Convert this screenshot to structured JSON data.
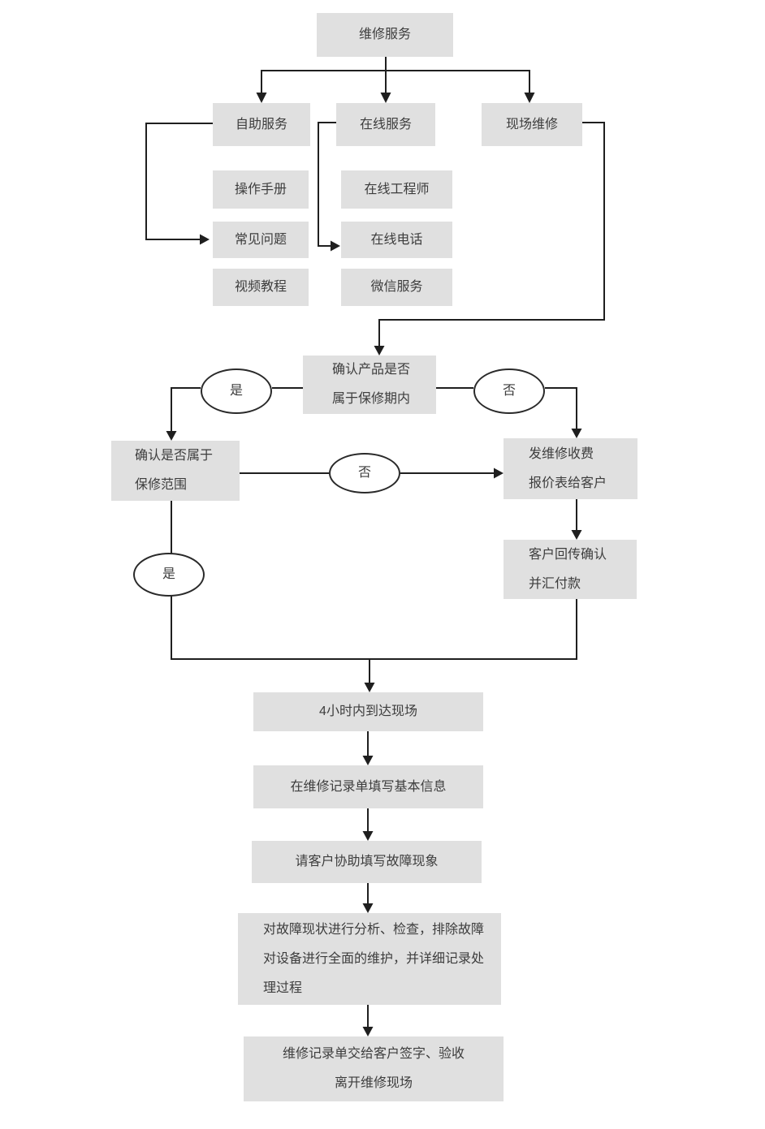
{
  "colors": {
    "background": "#ffffff",
    "node_fill": "#e0e0e0",
    "node_text": "#3d3d3d",
    "connector": "#1f1f1f",
    "decision_fill": "#ffffff",
    "decision_border": "#2a2a2a"
  },
  "nodes": {
    "repair_service": {
      "label": "维修服务"
    },
    "self_service": {
      "label": "自助服务"
    },
    "online_service": {
      "label": "在线服务"
    },
    "onsite_repair": {
      "label": "现场维修"
    },
    "operation_manual": {
      "label": "操作手册"
    },
    "faq": {
      "label": "常见问题"
    },
    "video_tutorial": {
      "label": "视频教程"
    },
    "online_engineer": {
      "label": "在线工程师"
    },
    "online_phone": {
      "label": "在线电话"
    },
    "wechat_service": {
      "label": "微信服务"
    },
    "check_warranty_period": {
      "line1": "确认产品是否",
      "line2": "属于保修期内"
    },
    "check_warranty_scope": {
      "line1": "确认是否属于",
      "line2": "保修范围"
    },
    "send_quotation": {
      "line1": "发维修收费",
      "line2": "报价表给客户"
    },
    "customer_confirm_payment": {
      "line1": "客户回传确认",
      "line2": "并汇付款"
    },
    "arrive_4h": {
      "label": "4小时内到达现场"
    },
    "fill_basic_info": {
      "label": "在维修记录单填写基本信息"
    },
    "customer_fill_fault": {
      "label": "请客户协助填写故障现象"
    },
    "analyze_fault": {
      "line1": "对故障现状进行分析、检查，排除故障",
      "line2": "对设备进行全面的维护，并详细记录处",
      "line3": "理过程"
    },
    "sign_and_leave": {
      "line1": "维修记录单交给客户签字、验收",
      "line2": "离开维修现场"
    }
  },
  "decisions": {
    "yes_top": "是",
    "no_top": "否",
    "no_mid": "否",
    "yes_bottom": "是"
  }
}
